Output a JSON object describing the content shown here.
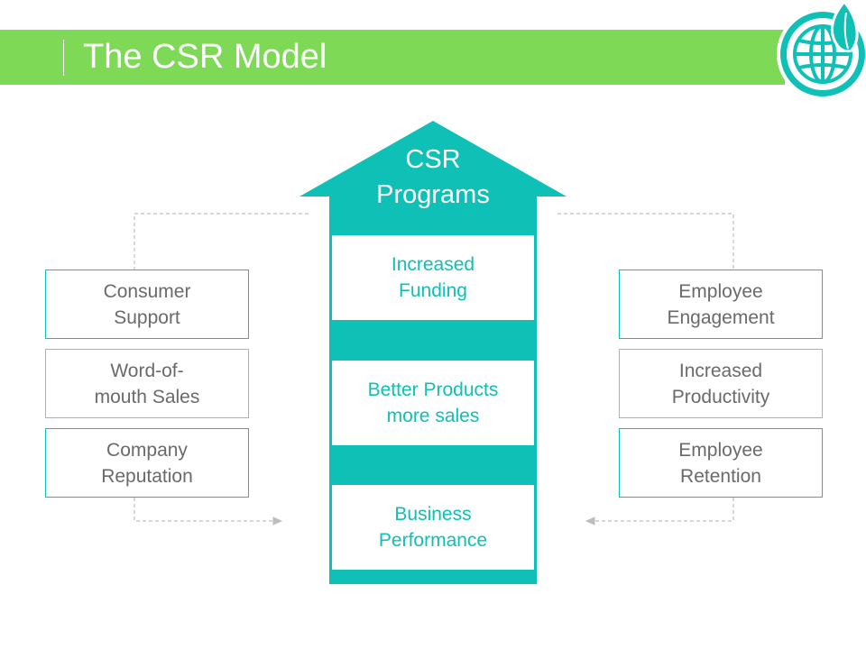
{
  "title": "The CSR Model",
  "arrow": {
    "line1": "CSR",
    "line2": "Programs"
  },
  "center_boxes": [
    {
      "line1": "Increased",
      "line2": "Funding"
    },
    {
      "line1": "Better Products",
      "line2": "more sales"
    },
    {
      "line1": "Business",
      "line2": "Performance"
    }
  ],
  "left_boxes": [
    {
      "line1": "Consumer",
      "line2": "Support"
    },
    {
      "line1": "Word-of-",
      "line2": "mouth Sales"
    },
    {
      "line1": "Company",
      "line2": "Reputation"
    }
  ],
  "right_boxes": [
    {
      "line1": "Employee",
      "line2": "Engagement"
    },
    {
      "line1": "Increased",
      "line2": "Productivity"
    },
    {
      "line1": "Employee",
      "line2": "Retention"
    }
  ],
  "colors": {
    "title_bar": "#7ED957",
    "accent": "#0EC0B6",
    "text_gray": "#6A6A6A",
    "dash_gray": "#BDBDBD"
  },
  "icons": [
    "globe-leaf-icon"
  ]
}
